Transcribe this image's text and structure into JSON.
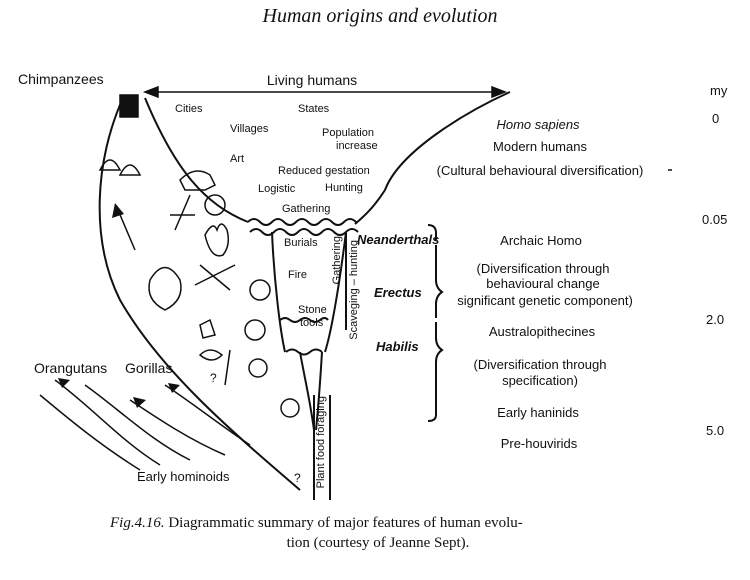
{
  "page": {
    "header_title": "Human origins and evolution",
    "caption_fig": "Fig.4.16.",
    "caption_line1": "Diagrammatic summary of major features of human evolu-",
    "caption_line2": "tion (courtesy of Jeanne Sept)."
  },
  "diagram": {
    "top": {
      "chimpanzees": "Chimpanzees",
      "living_humans": "Living humans",
      "axis_unit": "my"
    },
    "inside": {
      "cities": "Cities",
      "states": "States",
      "villages": "Villages",
      "population_1": "Population",
      "population_2": "increase",
      "art": "Art",
      "reduced_gestation": "Reduced gestation",
      "logistic": "Logistic",
      "hunting": "Hunting",
      "gathering": "Gathering",
      "burials": "Burials",
      "fire": "Fire",
      "stone_1": "Stone",
      "stone_2": "tools",
      "gathering_vertical": "Gathering",
      "scaveging_vertical": "Scaveging – hunting",
      "plant_food_vertical": "Plant food foraging",
      "question_1": "?",
      "question_2": "?"
    },
    "left": {
      "orangutans": "Orangutans",
      "gorillas": "Gorillas",
      "early_hominoids": "Early hominoids"
    },
    "stages": {
      "homo_sapiens": "Homo sapiens",
      "modern_humans": "Modern humans",
      "cultural_div": "(Cultural behavioural diversification)",
      "neanderthals": "Neanderthals",
      "archaic_homo": "Archaic Homo",
      "div_behav_1": "(Diversification through",
      "div_behav_2": "behavioural change",
      "div_behav_3": "significant genetic component)",
      "erectus": "Erectus",
      "habilis": "Habilis",
      "australopithecines": "Australopithecines",
      "div_spec_1": "(Diversification through",
      "div_spec_2": "specification)",
      "early_haninids": "Early haninids",
      "pre_houvirids": "Pre-houvirids"
    },
    "timescale": {
      "t0": "0",
      "t1": "0.05",
      "t2": "2.0",
      "t3": "5.0"
    }
  }
}
